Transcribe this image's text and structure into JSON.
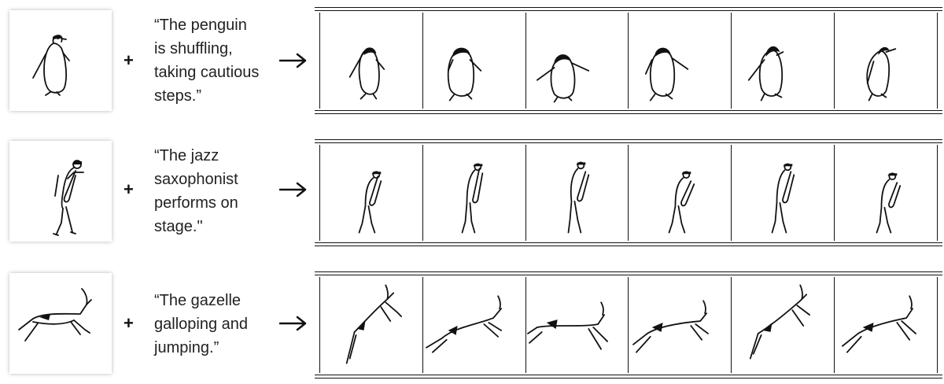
{
  "rows": [
    {
      "subject_icon": "penguin-icon",
      "plus": "+",
      "prompt": "“The penguin\nis shuffling,\ntaking cautious\nsteps.”",
      "frame_count": 6
    },
    {
      "subject_icon": "saxophonist-icon",
      "plus": "+",
      "prompt": "“The jazz\nsaxophonist\nperforms on\nstage.\"",
      "frame_count": 6
    },
    {
      "subject_icon": "gazelle-icon",
      "plus": "+",
      "prompt": "“The gazelle\ngalloping and\njumping.”",
      "frame_count": 6
    }
  ],
  "arrow_icon": "right-arrow-icon"
}
